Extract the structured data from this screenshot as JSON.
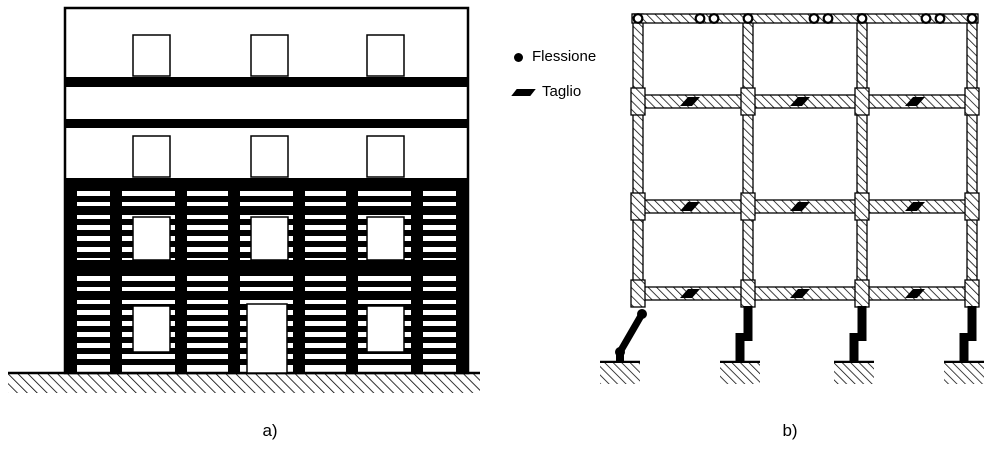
{
  "colors": {
    "ink": "#000000",
    "background": "#ffffff"
  },
  "figure": {
    "legend": {
      "items": [
        {
          "label": "Flessione",
          "icon": "flexure-dot-icon"
        },
        {
          "label": "Taglio",
          "icon": "shear-parallelogram-icon"
        }
      ]
    },
    "captions": {
      "panel_a": "a)",
      "panel_b": "b)"
    }
  }
}
